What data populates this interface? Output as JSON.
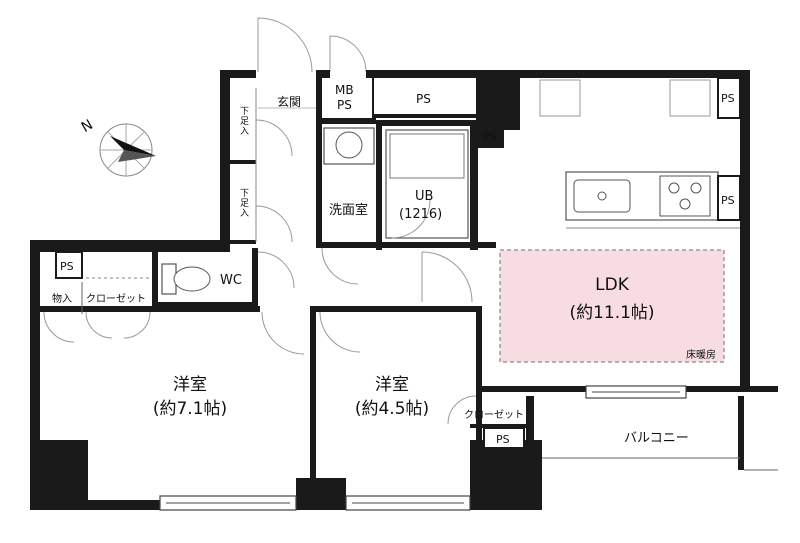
{
  "compass": {
    "north_label": "N"
  },
  "rooms": {
    "entrance": "玄関",
    "shoe_upper": [
      "下",
      "足",
      "入"
    ],
    "shoe_lower": [
      "下",
      "足",
      "入"
    ],
    "mbps": [
      "MB",
      "PS"
    ],
    "ps_top": "PS",
    "ps_ub": "PS",
    "ps_kitchen_top": "PS",
    "ps_kitchen_side": "PS",
    "washroom": "洗面室",
    "ub": "UB",
    "ub_size": "(1216)",
    "ldk": "LDK",
    "ldk_size": "(約11.1帖)",
    "floor_heating": "床暖房",
    "ps_west": "PS",
    "wc": "WC",
    "storage": "物入",
    "closet_west": "クローゼット",
    "western_a": "洋室",
    "western_a_size": "(約7.1帖)",
    "western_b": "洋室",
    "western_b_size": "(約4.5帖)",
    "closet_b": "クローゼット",
    "ps_south": "PS",
    "balcony": "バルコニー"
  }
}
